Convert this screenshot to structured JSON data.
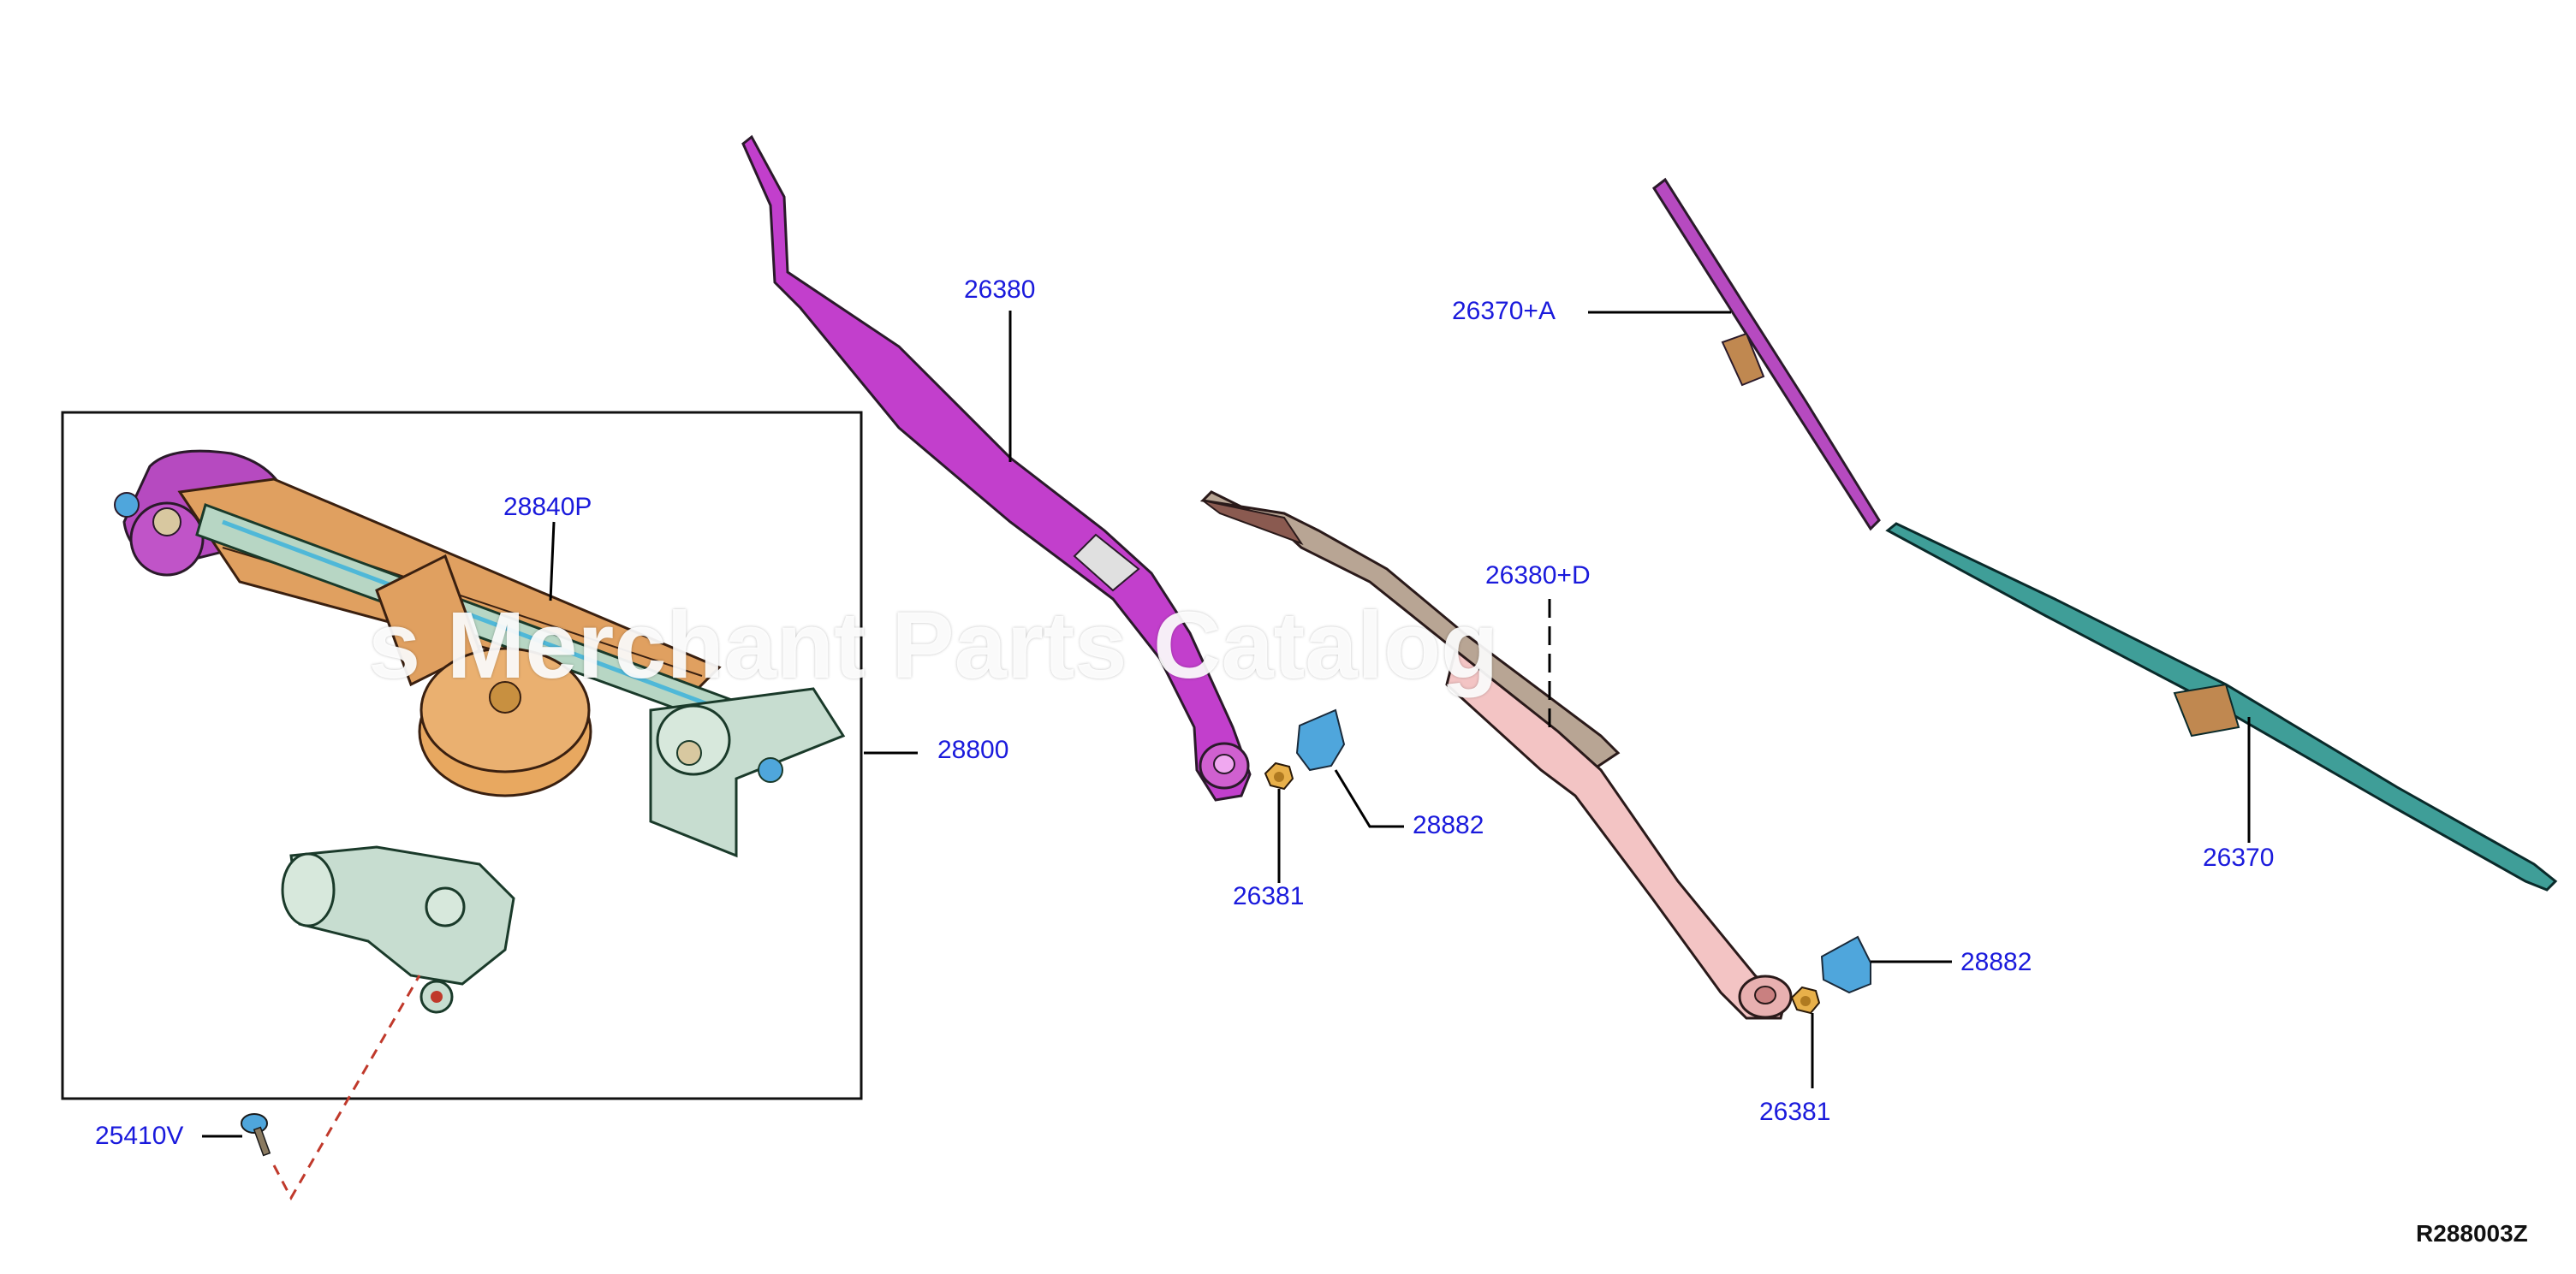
{
  "colors": {
    "label": "#1a1adc",
    "leader": "#000000",
    "arm_front": "#c23fcc",
    "arm_rear_metal": "#b8a594",
    "arm_rear_pink": "#f3c4c4",
    "blade_magenta": "#b64ac0",
    "blade_teal": "#3f9e98",
    "linkage_orange": "#e0a060",
    "motor_green": "#c7ddd0",
    "cap_blue": "#4fa6dc",
    "nut_orange": "#e8b04a",
    "dashed_line": "#c0392b"
  },
  "labels": {
    "p28840P": "28840P",
    "p28800": "28800",
    "p25410V": "25410V",
    "p26380": "26380",
    "p26381_a": "26381",
    "p28882_a": "28882",
    "p26380D": "26380+D",
    "p26381_b": "26381",
    "p28882_b": "28882",
    "p26370A": "26370+A",
    "p26370": "26370"
  },
  "diagram_ref": "R288003Z",
  "watermark": "s Merchant Parts Catalog"
}
